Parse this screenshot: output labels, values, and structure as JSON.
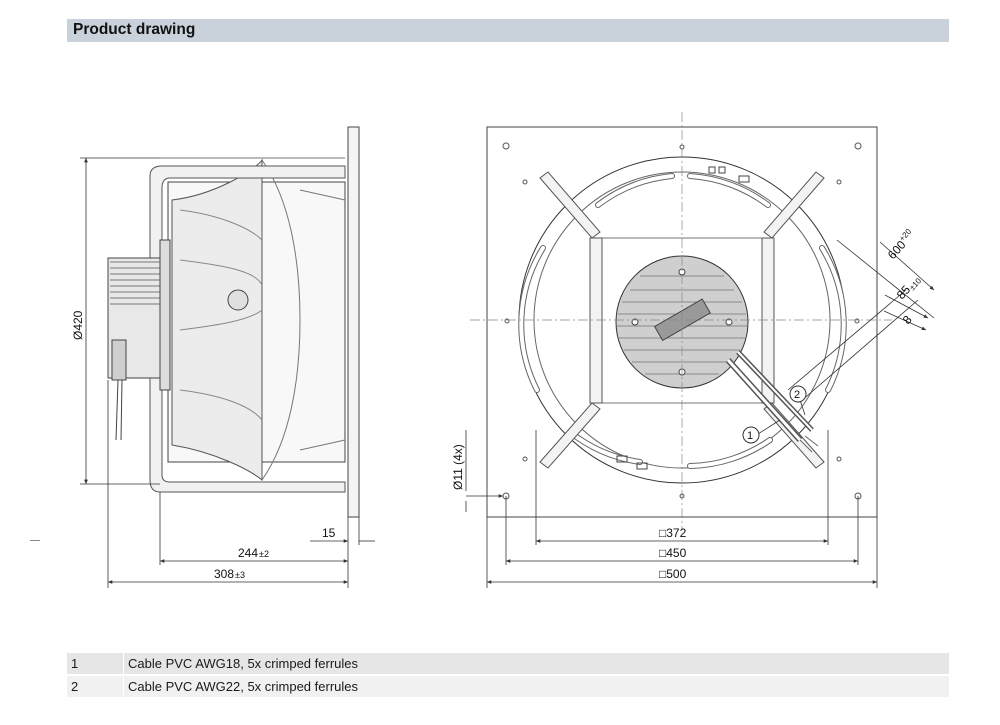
{
  "header": {
    "title": "Product drawing"
  },
  "side_view": {
    "diameter_label": "Ø420",
    "dim_15": "15",
    "dim_244": "244",
    "dim_244_tol": "±2",
    "dim_308": "308",
    "dim_308_tol": "±3"
  },
  "front_view": {
    "hole_label": "Ø11 (4x)",
    "dim_372": "□372",
    "dim_450": "□450",
    "dim_500": "□500",
    "cable_length": "600",
    "cable_length_tol": "+20",
    "strip_length": "85",
    "strip_length_tol": "±10",
    "ferrule_length": "8",
    "callout_1": "1",
    "callout_2": "2"
  },
  "legend": [
    {
      "num": "1",
      "text": "Cable PVC AWG18, 5x crimped ferrules"
    },
    {
      "num": "2",
      "text": "Cable PVC AWG22, 5x crimped ferrules"
    }
  ]
}
